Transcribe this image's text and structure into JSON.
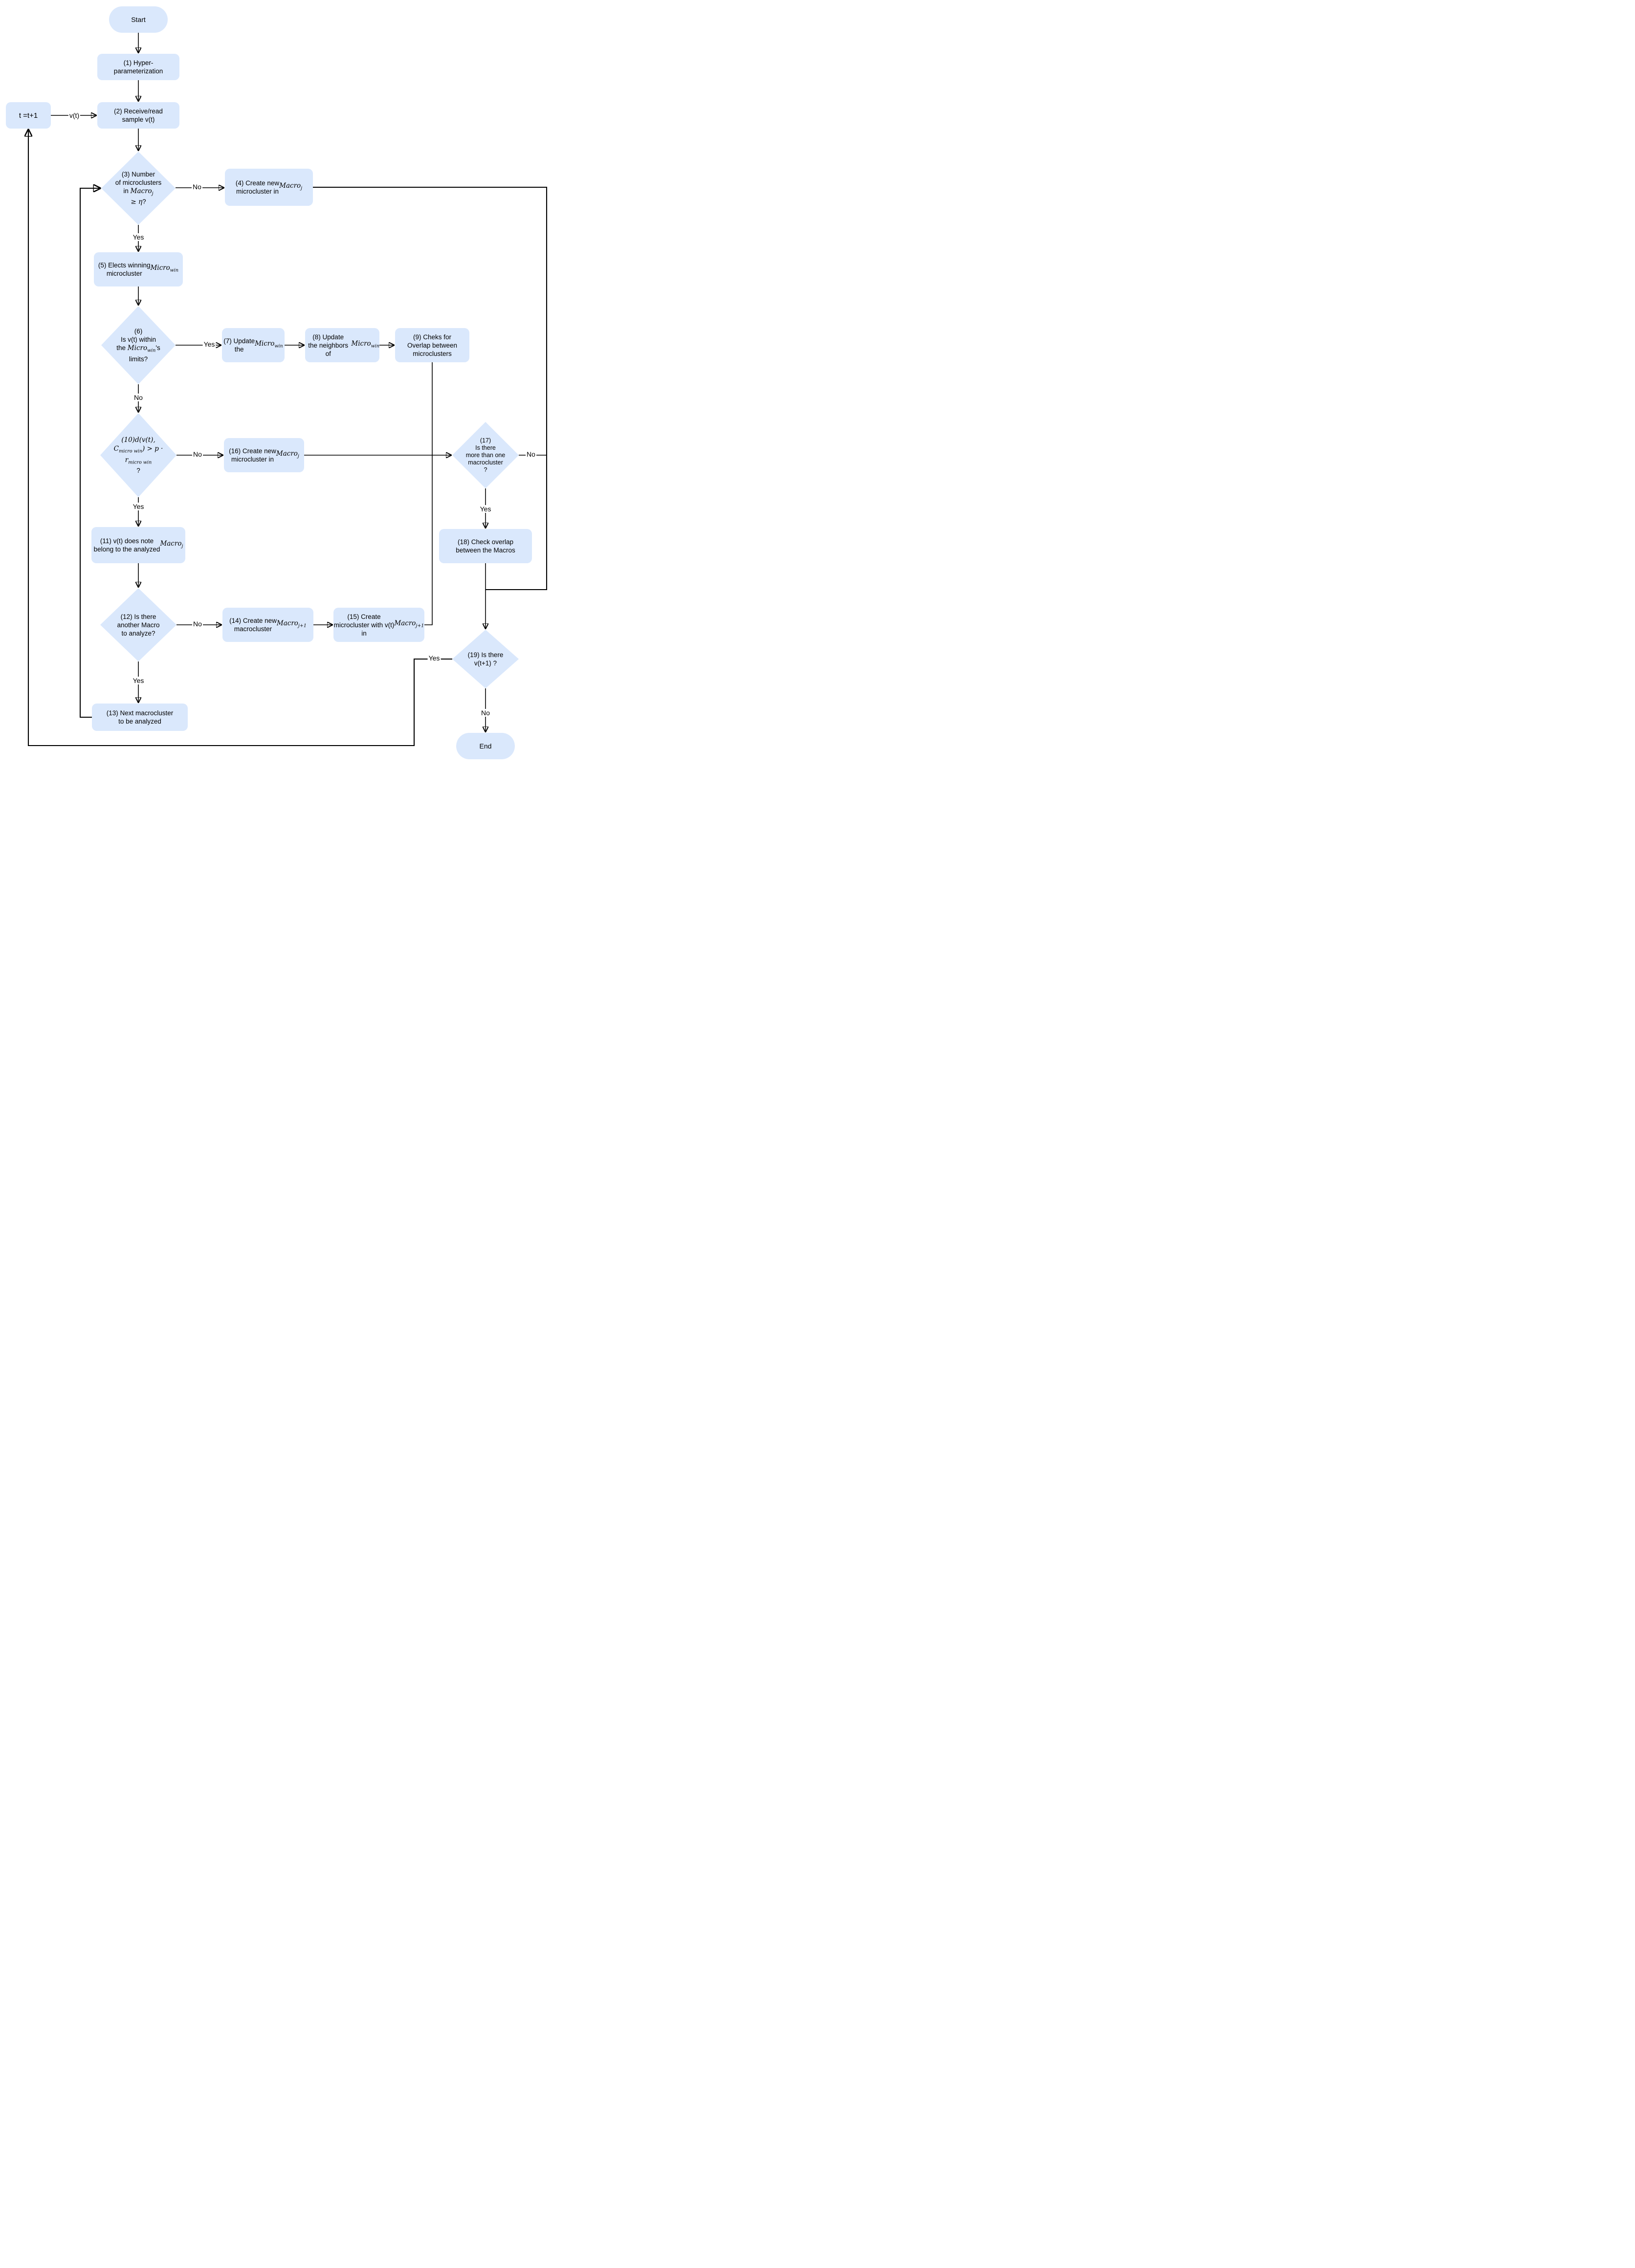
{
  "title": "Microcluster / macrocluster stream clustering flowchart",
  "colors": {
    "node_fill": "#dae8fc",
    "edge": "#000000",
    "text": "#000000",
    "background": "#ffffff"
  },
  "nodes": {
    "start": {
      "text": "Start"
    },
    "n1": {
      "rich": "(1) Hyper-<br>parameterization"
    },
    "n2": {
      "rich": "(2) Receive/read<br>sample v(t)"
    },
    "t": {
      "rich": "t =t+1"
    },
    "d3": {
      "rich": "(3) Number<br>of microclusters<br>in <i>Macro<sub>j</sub></i><br><i>&#8805; &#951;</i>?"
    },
    "n4": {
      "rich": "(4) Create new<br>microcluster in<br><i>Macro<sub>j</sub></i>"
    },
    "n5": {
      "rich": "(5) Elects winning<br>microcluster<br><i>Micro<sub>win</sub></i>"
    },
    "d6": {
      "rich": "(6)<br>Is v(t) within<br>the <i>Micro<sub>win</sub></i>'s<br>limits?"
    },
    "n7": {
      "rich": "(7) Update<br>the <i>Micro<sub>win</sub></i>"
    },
    "n8": {
      "rich": "(8) Update<br>the neighbors of<br><i>Micro<sub>win</sub></i>"
    },
    "n9": {
      "rich": "(9) Cheks for<br>Overlap between<br>microclusters"
    },
    "d10": {
      "rich": "<i>(10)d(v(t),</i><br><i>C<sub>micro win</sub>) &gt; p &#183;</i><br><i>r<sub>micro win</sub></i><br>?"
    },
    "n16": {
      "rich": "(16) Create new<br>microcluster in<br><i>Macro<sub>j</sub></i>"
    },
    "d17": {
      "rich": "(17)<br>Is there<br>more than one<br>macrocluster<br>?"
    },
    "n11": {
      "rich": "(11) v(t) does note<br>belong to the analyzed<br><i>Macro<sub>j</sub></i>"
    },
    "n18": {
      "rich": "(18) Check overlap<br>between the Macros"
    },
    "d12": {
      "rich": "(12) Is there<br>another Macro<br>to analyze?"
    },
    "n14": {
      "rich": "(14) Create new<br>macrocluster <i>Macro<sub>j+1</sub></i>"
    },
    "n15": {
      "rich": "(15) Create<br>microcluster with v(t)<br>in <i>Macro<sub>j+1</sub></i>"
    },
    "d19": {
      "rich": "(19) Is there<br>v(t+1) ?"
    },
    "n13": {
      "rich": "(13) Next macrocluster<br>to be analyzed"
    },
    "end": {
      "text": "End"
    }
  },
  "edge_labels": {
    "vt": "v(t)",
    "d3_no": "No",
    "d3_yes": "Yes",
    "d6_yes": "Yes",
    "d6_no": "No",
    "d10_no": "No",
    "d10_yes": "Yes",
    "d12_no": "No",
    "d12_yes": "Yes",
    "d17_no": "No",
    "d17_yes": "Yes",
    "d19_yes": "Yes",
    "d19_no": "No"
  }
}
